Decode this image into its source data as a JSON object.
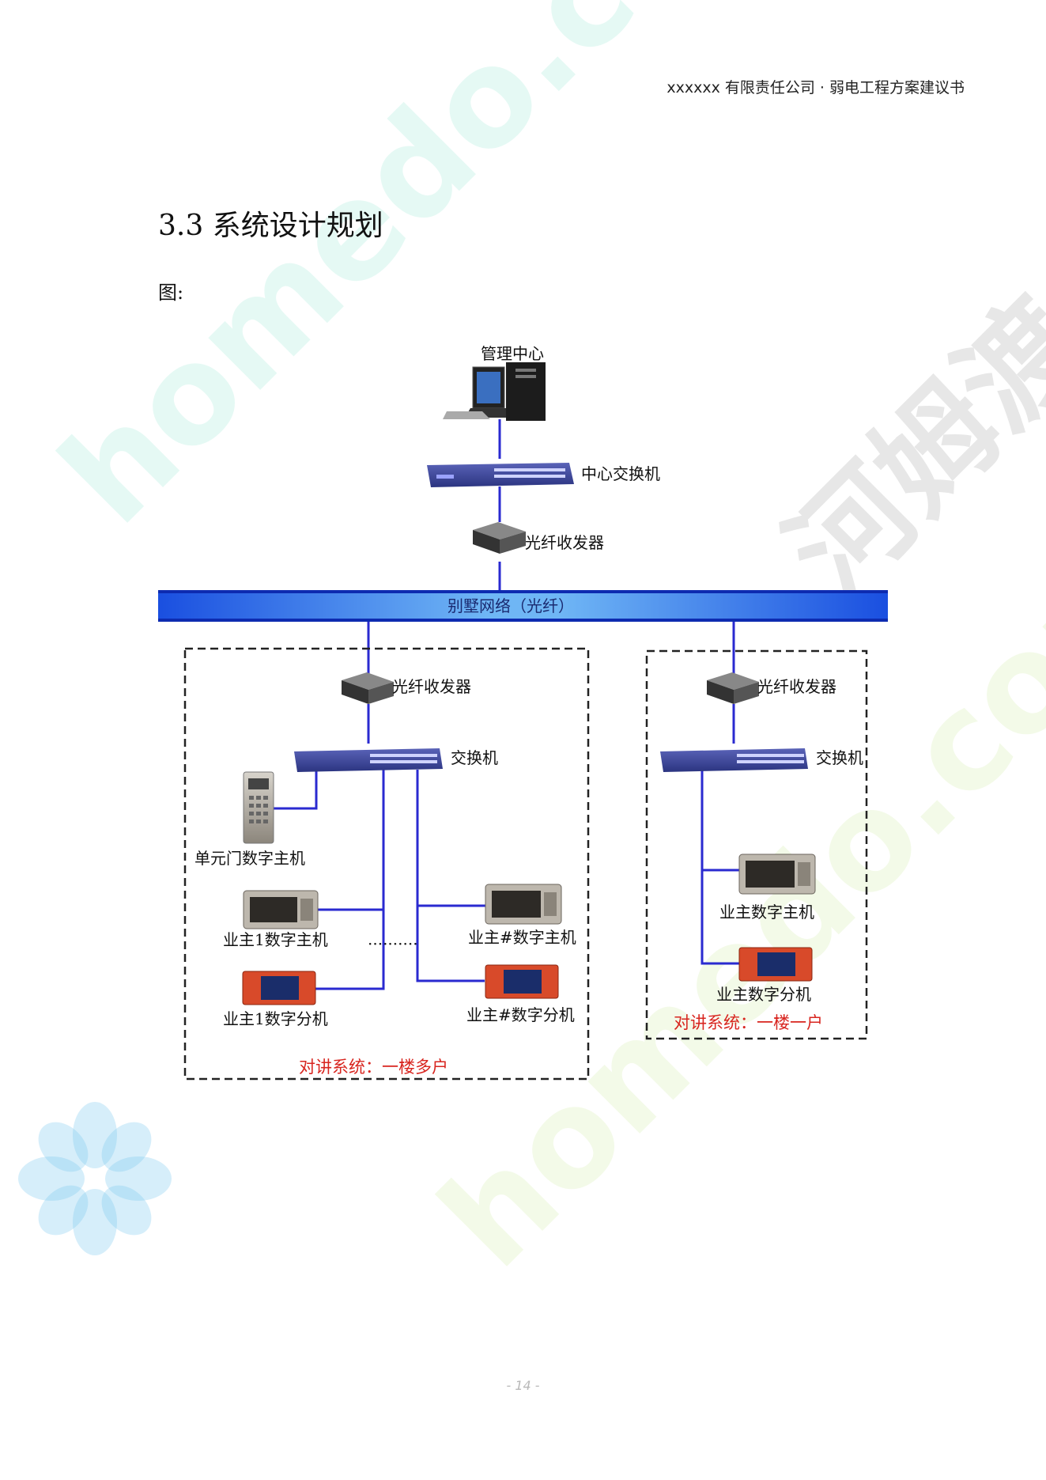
{
  "header": {
    "company": "xxxxxx 有限责任公司 · 弱电工程方案建议书"
  },
  "section": {
    "title": "3.3 系统设计规划",
    "figure_label": "图:"
  },
  "diagram": {
    "management_center": "管理中心",
    "center_switch": "中心交换机",
    "fiber_transceiver_top": "光纤收发器",
    "villa_network": "别墅网络（光纤）",
    "left_group": {
      "fiber_transceiver": "光纤收发器",
      "switch": "交换机",
      "unit_door": "单元门数字主机",
      "owner1_host": "业主1数字主机",
      "owner1_ext": "业主1数字分机",
      "ownerN_host": "业主#数字主机",
      "ownerN_ext": "业主#数字分机",
      "dots": "··········",
      "caption": "对讲系统：一楼多户"
    },
    "right_group": {
      "fiber_transceiver": "光纤收发器",
      "switch": "交换机",
      "owner_host": "业主数字主机",
      "owner_ext": "业主数字分机",
      "caption": "对讲系统：一楼一户"
    }
  },
  "footer": {
    "page": "- 14 -"
  },
  "colors": {
    "line": "#2a2ad0",
    "bus": "#1a57e0",
    "caption": "#d8251f"
  }
}
